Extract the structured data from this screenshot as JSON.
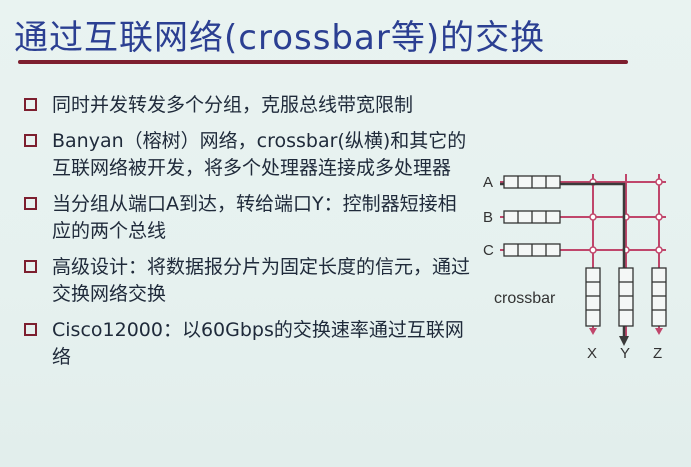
{
  "slide": {
    "title": "通过互联网络(crossbar等)的交换",
    "bullets": [
      "同时并发转发多个分组，克服总线带宽限制",
      "Banyan（榕树）网络，crossbar(纵横)和其它的互联网络被开发，将多个处理器连接成多处理器",
      "当分组从端口A到达，转给端口Y：控制器短接相应的两个总线",
      "高级设计：将数据报分片为固定长度的信元，通过交换网络交换",
      "Cisco12000：以60Gbps的交换速率通过互联网络"
    ]
  },
  "diagram": {
    "input_ports": [
      "A",
      "B",
      "C"
    ],
    "output_ports": [
      "X",
      "Y",
      "Z"
    ],
    "fabric_label": "crossbar",
    "colors": {
      "bus": "#c0466b",
      "active_path": "#3a3a3a",
      "node": "#c0466b",
      "buffer_box": "#333333"
    }
  }
}
